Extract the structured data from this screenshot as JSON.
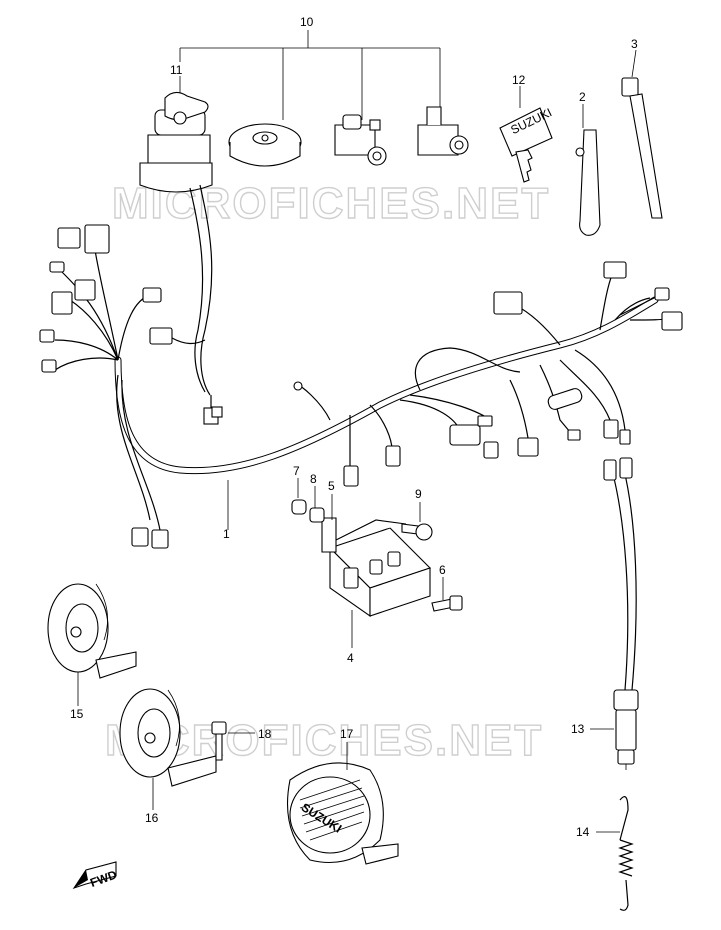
{
  "watermark": {
    "top": "MICROFICHES.NET",
    "bottom": "MICROFICHES.NET"
  },
  "key_brand_text": "SUZUKI",
  "horn_brand_text": "SUZUKI",
  "fwd_text": "FWD",
  "callouts": {
    "p1": "1",
    "p2": "2",
    "p3": "3",
    "p4": "4",
    "p5": "5",
    "p6": "6",
    "p7": "7",
    "p8": "8",
    "p9": "9",
    "p10": "10",
    "p11": "11",
    "p12": "12",
    "p13": "13",
    "p14": "14",
    "p15": "15",
    "p16": "16",
    "p17": "17",
    "p18": "18"
  }
}
